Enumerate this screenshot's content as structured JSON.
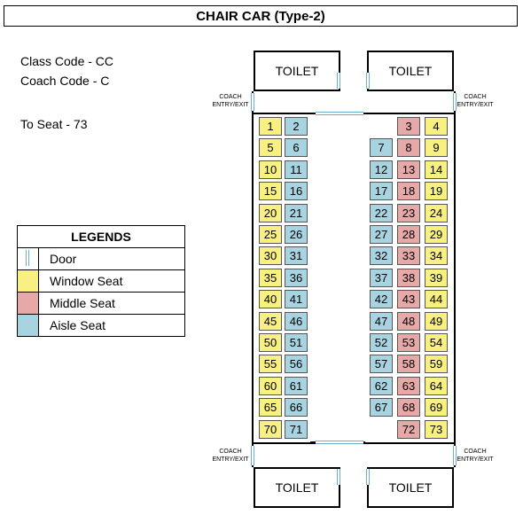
{
  "title": "CHAIR CAR (Type-2)",
  "info": {
    "class_code": "Class Code - CC",
    "coach_code": "Coach Code - C",
    "to_seat": "To Seat - 73"
  },
  "toilet_label": "TOILET",
  "entry_label_line1": "COACH",
  "entry_label_line2": "ENTRY/EXIT",
  "legend": {
    "title": "LEGENDS",
    "items": [
      {
        "label": "Door",
        "type": "door"
      },
      {
        "label": "Window Seat",
        "type": "window"
      },
      {
        "label": "Middle Seat",
        "type": "middle"
      },
      {
        "label": "Aisle Seat",
        "type": "aisle"
      }
    ]
  },
  "colors": {
    "window": "#f8f080",
    "middle": "#e7a8a8",
    "aisle": "#a8d4e2",
    "door": "#6aaed0"
  },
  "seat_rows": [
    {
      "left": [
        {
          "n": "1",
          "t": "window"
        },
        {
          "n": "2",
          "t": "aisle"
        }
      ],
      "right": [
        null,
        {
          "n": "3",
          "t": "middle"
        },
        {
          "n": "4",
          "t": "window"
        }
      ]
    },
    {
      "left": [
        {
          "n": "5",
          "t": "window"
        },
        {
          "n": "6",
          "t": "aisle"
        }
      ],
      "right": [
        {
          "n": "7",
          "t": "aisle"
        },
        {
          "n": "8",
          "t": "middle"
        },
        {
          "n": "9",
          "t": "window"
        }
      ]
    },
    {
      "left": [
        {
          "n": "10",
          "t": "window"
        },
        {
          "n": "11",
          "t": "aisle"
        }
      ],
      "right": [
        {
          "n": "12",
          "t": "aisle"
        },
        {
          "n": "13",
          "t": "middle"
        },
        {
          "n": "14",
          "t": "window"
        }
      ]
    },
    {
      "left": [
        {
          "n": "15",
          "t": "window"
        },
        {
          "n": "16",
          "t": "aisle"
        }
      ],
      "right": [
        {
          "n": "17",
          "t": "aisle"
        },
        {
          "n": "18",
          "t": "middle"
        },
        {
          "n": "19",
          "t": "window"
        }
      ]
    },
    {
      "left": [
        {
          "n": "20",
          "t": "window"
        },
        {
          "n": "21",
          "t": "aisle"
        }
      ],
      "right": [
        {
          "n": "22",
          "t": "aisle"
        },
        {
          "n": "23",
          "t": "middle"
        },
        {
          "n": "24",
          "t": "window"
        }
      ]
    },
    {
      "left": [
        {
          "n": "25",
          "t": "window"
        },
        {
          "n": "26",
          "t": "aisle"
        }
      ],
      "right": [
        {
          "n": "27",
          "t": "aisle"
        },
        {
          "n": "28",
          "t": "middle"
        },
        {
          "n": "29",
          "t": "window"
        }
      ]
    },
    {
      "left": [
        {
          "n": "30",
          "t": "window"
        },
        {
          "n": "31",
          "t": "aisle"
        }
      ],
      "right": [
        {
          "n": "32",
          "t": "aisle"
        },
        {
          "n": "33",
          "t": "middle"
        },
        {
          "n": "34",
          "t": "window"
        }
      ]
    },
    {
      "left": [
        {
          "n": "35",
          "t": "window"
        },
        {
          "n": "36",
          "t": "aisle"
        }
      ],
      "right": [
        {
          "n": "37",
          "t": "aisle"
        },
        {
          "n": "38",
          "t": "middle"
        },
        {
          "n": "39",
          "t": "window"
        }
      ]
    },
    {
      "left": [
        {
          "n": "40",
          "t": "window"
        },
        {
          "n": "41",
          "t": "aisle"
        }
      ],
      "right": [
        {
          "n": "42",
          "t": "aisle"
        },
        {
          "n": "43",
          "t": "middle"
        },
        {
          "n": "44",
          "t": "window"
        }
      ]
    },
    {
      "left": [
        {
          "n": "45",
          "t": "window"
        },
        {
          "n": "46",
          "t": "aisle"
        }
      ],
      "right": [
        {
          "n": "47",
          "t": "aisle"
        },
        {
          "n": "48",
          "t": "middle"
        },
        {
          "n": "49",
          "t": "window"
        }
      ]
    },
    {
      "left": [
        {
          "n": "50",
          "t": "window"
        },
        {
          "n": "51",
          "t": "aisle"
        }
      ],
      "right": [
        {
          "n": "52",
          "t": "aisle"
        },
        {
          "n": "53",
          "t": "middle"
        },
        {
          "n": "54",
          "t": "window"
        }
      ]
    },
    {
      "left": [
        {
          "n": "55",
          "t": "window"
        },
        {
          "n": "56",
          "t": "aisle"
        }
      ],
      "right": [
        {
          "n": "57",
          "t": "aisle"
        },
        {
          "n": "58",
          "t": "middle"
        },
        {
          "n": "59",
          "t": "window"
        }
      ]
    },
    {
      "left": [
        {
          "n": "60",
          "t": "window"
        },
        {
          "n": "61",
          "t": "aisle"
        }
      ],
      "right": [
        {
          "n": "62",
          "t": "aisle"
        },
        {
          "n": "63",
          "t": "middle"
        },
        {
          "n": "64",
          "t": "window"
        }
      ]
    },
    {
      "left": [
        {
          "n": "65",
          "t": "window"
        },
        {
          "n": "66",
          "t": "aisle"
        }
      ],
      "right": [
        {
          "n": "67",
          "t": "aisle"
        },
        {
          "n": "68",
          "t": "middle"
        },
        {
          "n": "69",
          "t": "window"
        }
      ]
    },
    {
      "left": [
        {
          "n": "70",
          "t": "window"
        },
        {
          "n": "71",
          "t": "aisle"
        }
      ],
      "right": [
        null,
        {
          "n": "72",
          "t": "middle"
        },
        {
          "n": "73",
          "t": "window"
        }
      ]
    }
  ]
}
